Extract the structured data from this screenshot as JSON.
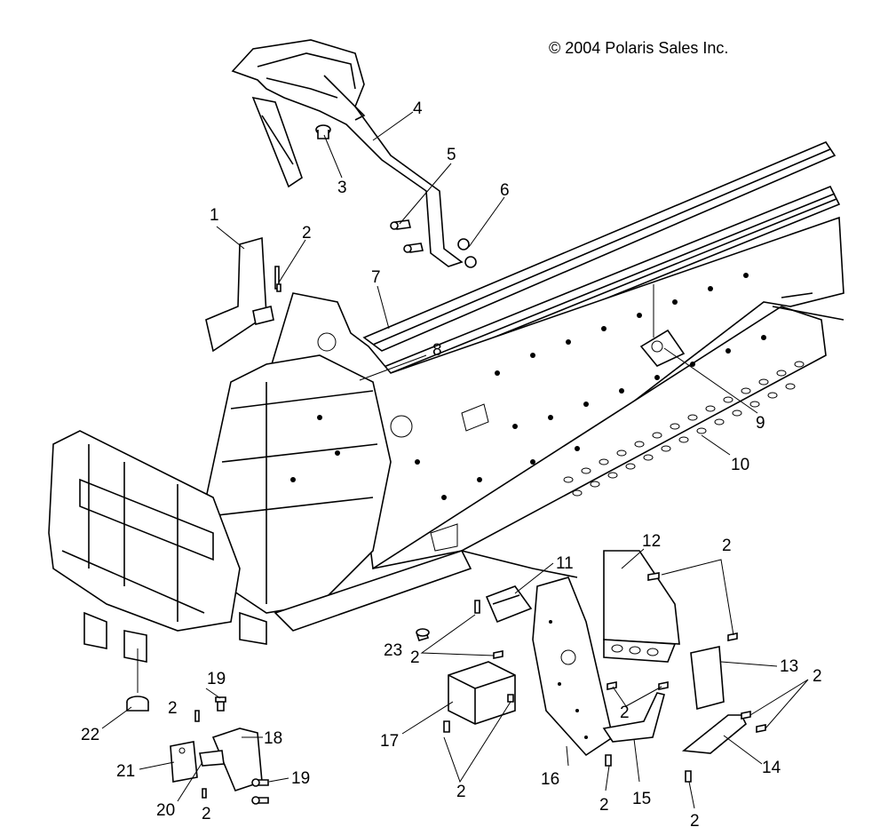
{
  "copyright": "© 2004 Polaris Sales Inc.",
  "callouts": [
    {
      "id": "c1",
      "label": "1"
    },
    {
      "id": "c2a",
      "label": "2"
    },
    {
      "id": "c3",
      "label": "3"
    },
    {
      "id": "c4",
      "label": "4"
    },
    {
      "id": "c5",
      "label": "5"
    },
    {
      "id": "c6",
      "label": "6"
    },
    {
      "id": "c7",
      "label": "7"
    },
    {
      "id": "c8",
      "label": "8"
    },
    {
      "id": "c9",
      "label": "9"
    },
    {
      "id": "c10",
      "label": "10"
    },
    {
      "id": "c11",
      "label": "11"
    },
    {
      "id": "c12",
      "label": "12"
    },
    {
      "id": "c2b",
      "label": "2"
    },
    {
      "id": "c13",
      "label": "13"
    },
    {
      "id": "c2c",
      "label": "2"
    },
    {
      "id": "c14",
      "label": "14"
    },
    {
      "id": "c2d",
      "label": "2"
    },
    {
      "id": "c15",
      "label": "15"
    },
    {
      "id": "c2e",
      "label": "2"
    },
    {
      "id": "c2f",
      "label": "2"
    },
    {
      "id": "c16",
      "label": "16"
    },
    {
      "id": "c23",
      "label": "23"
    },
    {
      "id": "c2g",
      "label": "2"
    },
    {
      "id": "c17",
      "label": "17"
    },
    {
      "id": "c2h",
      "label": "2"
    },
    {
      "id": "c19a",
      "label": "19"
    },
    {
      "id": "c2i",
      "label": "2"
    },
    {
      "id": "c22",
      "label": "22"
    },
    {
      "id": "c18",
      "label": "18"
    },
    {
      "id": "c21",
      "label": "21"
    },
    {
      "id": "c19b",
      "label": "19"
    },
    {
      "id": "c20",
      "label": "20"
    },
    {
      "id": "c2j",
      "label": "2"
    }
  ]
}
